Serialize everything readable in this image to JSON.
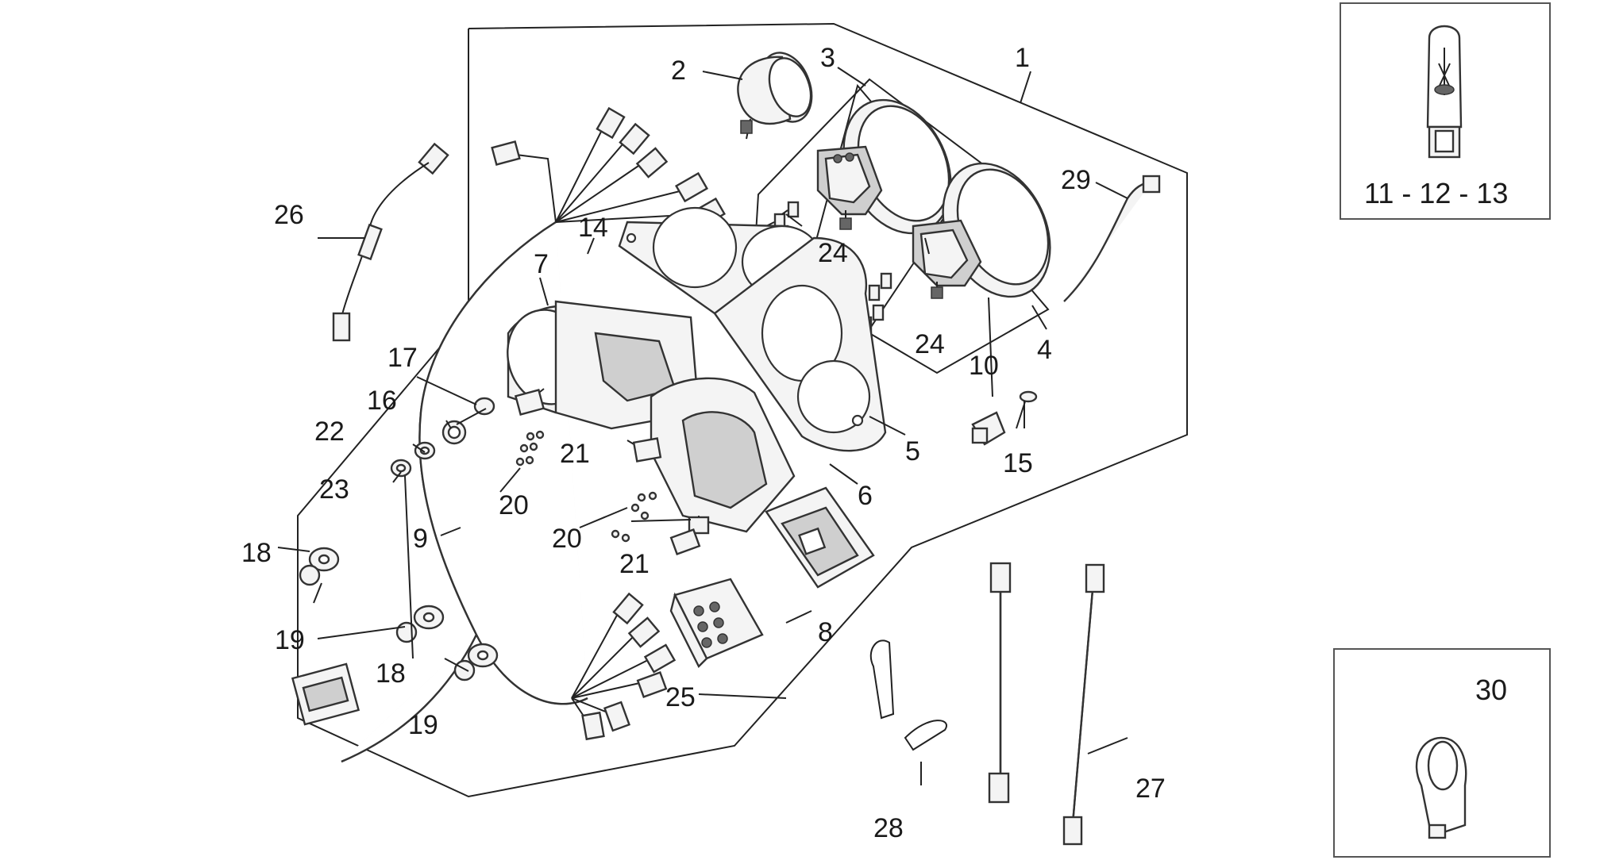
{
  "callouts": [
    {
      "id": "1",
      "text": "1"
    },
    {
      "id": "2",
      "text": "2"
    },
    {
      "id": "3",
      "text": "3"
    },
    {
      "id": "4",
      "text": "4"
    },
    {
      "id": "5",
      "text": "5"
    },
    {
      "id": "6",
      "text": "6"
    },
    {
      "id": "7",
      "text": "7"
    },
    {
      "id": "8",
      "text": "8"
    },
    {
      "id": "9",
      "text": "9"
    },
    {
      "id": "10",
      "text": "10"
    },
    {
      "id": "14",
      "text": "14"
    },
    {
      "id": "15",
      "text": "15"
    },
    {
      "id": "16",
      "text": "16"
    },
    {
      "id": "17",
      "text": "17"
    },
    {
      "id": "18a",
      "text": "18"
    },
    {
      "id": "18b",
      "text": "18"
    },
    {
      "id": "19a",
      "text": "19"
    },
    {
      "id": "19b",
      "text": "19"
    },
    {
      "id": "20a",
      "text": "20"
    },
    {
      "id": "20b",
      "text": "20"
    },
    {
      "id": "21a",
      "text": "21"
    },
    {
      "id": "21b",
      "text": "21"
    },
    {
      "id": "22",
      "text": "22"
    },
    {
      "id": "23",
      "text": "23"
    },
    {
      "id": "24a",
      "text": "24"
    },
    {
      "id": "24b",
      "text": "24"
    },
    {
      "id": "25",
      "text": "25"
    },
    {
      "id": "26",
      "text": "26"
    },
    {
      "id": "27",
      "text": "27"
    },
    {
      "id": "28",
      "text": "28"
    },
    {
      "id": "29",
      "text": "29"
    }
  ],
  "inset_bulb": {
    "label": "11 - 12 - 13"
  },
  "inset_clamp": {
    "label": "30"
  }
}
